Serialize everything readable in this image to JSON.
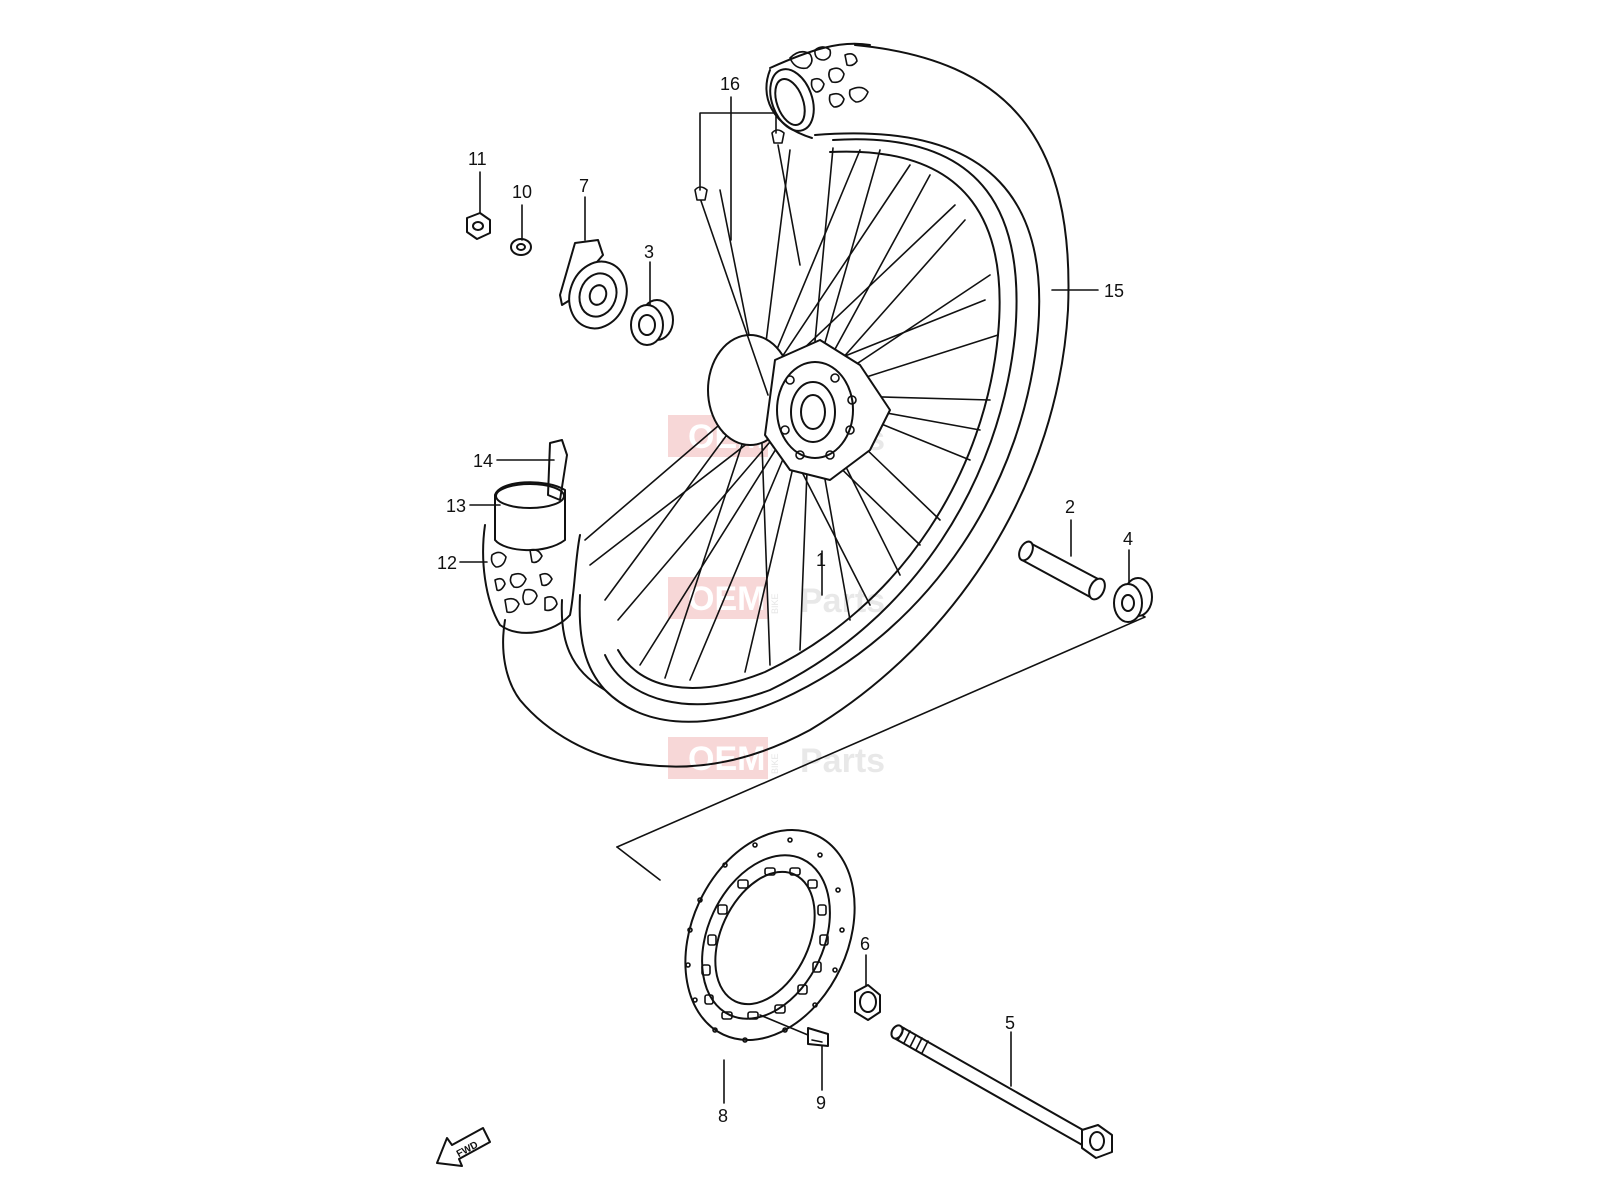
{
  "diagram": {
    "callouts": [
      "1",
      "2",
      "3",
      "4",
      "5",
      "6",
      "7",
      "8",
      "9",
      "10",
      "11",
      "12",
      "13",
      "14",
      "15",
      "16"
    ]
  },
  "watermark": {
    "oem": "OEM",
    "bike": "BIKE",
    "parts": "Parts",
    "colors": {
      "oem_bg": "#f2b8b8",
      "parts_text": "#d6d6d6",
      "accent": "#f08080"
    }
  },
  "fwd_label": "FWD"
}
